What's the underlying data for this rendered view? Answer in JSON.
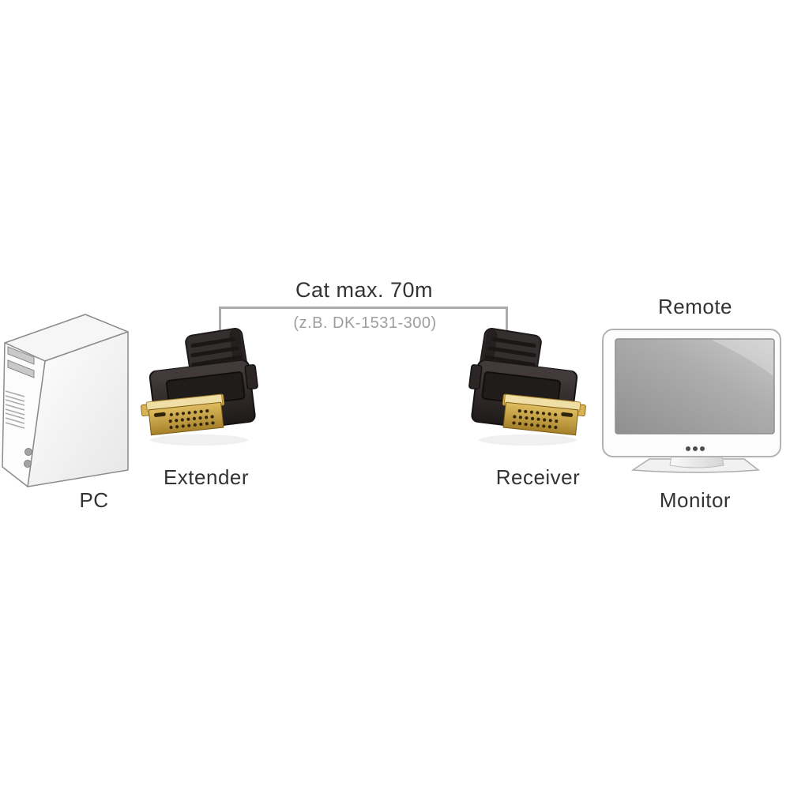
{
  "diagram": {
    "type": "product-connection-diagram",
    "cable": {
      "length_label": "Cat max. 70m",
      "example_label": "(z.B. DK-1531-300)"
    },
    "nodes": {
      "pc": {
        "label": "PC"
      },
      "extender": {
        "label": "Extender"
      },
      "receiver": {
        "label": "Receiver"
      },
      "monitor": {
        "label_line1": "Remote",
        "label_line2": "Monitor"
      }
    },
    "colors": {
      "background": "#ffffff",
      "cable_line": "#ababab",
      "text_primary": "#333333",
      "text_secondary": "#9e9e9e",
      "device_body_black": "#2e2828",
      "connector_gold": "#d8b254",
      "pc_case_white": "#fcfcfc",
      "screen_gray": "#a5a5a5",
      "outline_gray": "#8c8c8c"
    }
  }
}
